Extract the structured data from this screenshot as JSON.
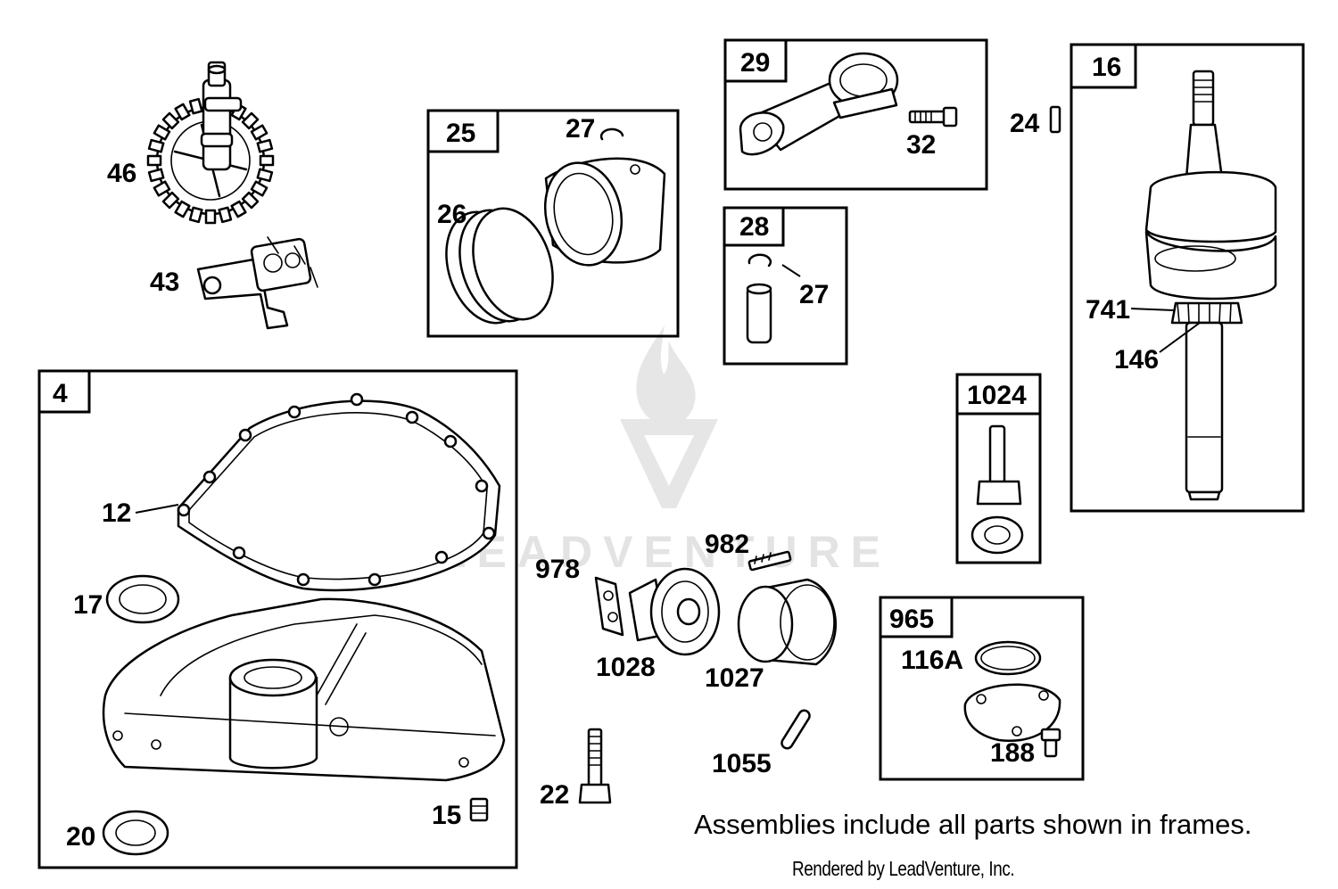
{
  "watermark": {
    "text": "LEADVENTURE"
  },
  "frames": [
    {
      "id": "25"
    },
    {
      "id": "29"
    },
    {
      "id": "16"
    },
    {
      "id": "28"
    },
    {
      "id": "4"
    },
    {
      "id": "1024"
    },
    {
      "id": "965"
    }
  ],
  "labels": {
    "l46": "46",
    "l43": "43",
    "l27a": "27",
    "l26": "26",
    "l32": "32",
    "l24": "24",
    "l27b": "27",
    "l741": "741",
    "l146": "146",
    "l12": "12",
    "l17": "17",
    "l15": "15",
    "l20": "20",
    "l982": "982",
    "l978": "978",
    "l1028": "1028",
    "l1027": "1027",
    "l1055": "1055",
    "l22": "22",
    "l116A": "116A",
    "l188": "188"
  },
  "note": {
    "text": "Assemblies include all parts shown in frames.",
    "credit": "Rendered by LeadVenture, Inc."
  },
  "colors": {
    "ink": "#000000",
    "paper": "#ffffff",
    "watermark": "#e3e3e3"
  }
}
